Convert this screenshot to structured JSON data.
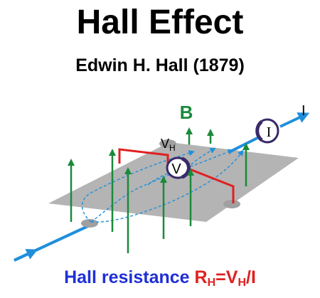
{
  "title": "Hall Effect",
  "subtitle": "Edwin H. Hall (1879)",
  "labels": {
    "field": "B",
    "voltage_main": "V",
    "voltage_sub": "H",
    "current": "I",
    "voltmeter": "V",
    "ammeter": "I"
  },
  "caption": {
    "prefix": "Hall resistance ",
    "r": "R",
    "r_sub": "H",
    "eq": "=V",
    "v_sub": "H",
    "suffix": "/I"
  },
  "colors": {
    "field_arrows": "#1a8a3a",
    "current": "#1f8fdc",
    "hall_wire": "#e02020",
    "plate": "#b4b4b4",
    "caption_blue": "#1f2fd6",
    "caption_red": "#e02020"
  }
}
